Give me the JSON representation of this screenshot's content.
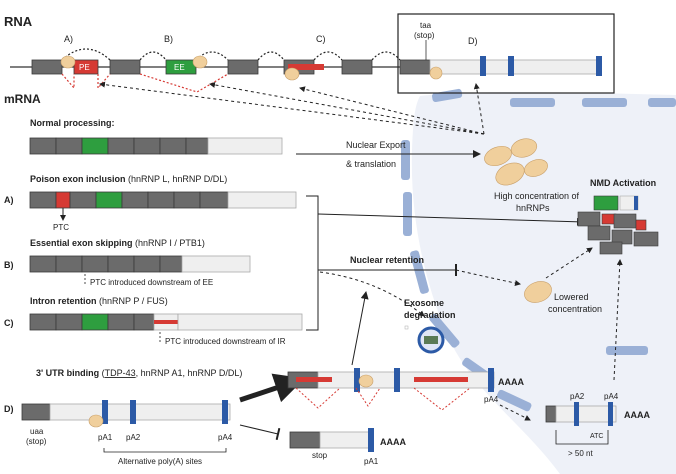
{
  "sections": {
    "rna": "RNA",
    "mrna": "mRNA"
  },
  "rna_labels": {
    "a": "A)",
    "b": "B)",
    "c": "C)",
    "d": "D)",
    "pe": "PE",
    "ee": "EE",
    "taa": "taa",
    "stop": "(stop)"
  },
  "normal": {
    "title": "Normal processing:",
    "export1": "Nuclear Export",
    "export2": "& translation"
  },
  "poison": {
    "title_bold": "Poison exon inclusion",
    "title_rest": " (hnRNP L, hnRNP D/DL)",
    "label": "A)",
    "ptc": "PTC"
  },
  "skip": {
    "title_bold": "Essential exon skipping",
    "title_rest": " (hnRNP I / PTB1)",
    "label": "B)",
    "ptc": "PTC introduced downstream of EE"
  },
  "intron": {
    "title_bold": "Intron retention",
    "title_rest": " (hnRNP P / FUS)",
    "label": "C)",
    "ptc": "PTC introduced downstream of IR"
  },
  "utr": {
    "title_bold": "3' UTR binding",
    "title_rest_pre": " (",
    "title_underlined": "TDP-43",
    "title_rest_post": ",  hnRNP A1, hnRNP D/DL)",
    "label": "D)",
    "uaa": "uaa",
    "stop": "(stop)",
    "pa1": "pA1",
    "pa2": "pA2",
    "pa4": "pA4",
    "alt": "Alternative poly(A) sites",
    "aaaa": "AAAA",
    "stop2": "stop",
    "atc": "ATC",
    "gt50": "> 50 nt"
  },
  "right": {
    "high1": "High concentration of",
    "high2": "hnRNPs",
    "nmd": "NMD Activation",
    "nuclear_retention": "Nuclear retention",
    "exo1": "Exosome",
    "exo2": "degradation",
    "low1": "Lowered",
    "low2": "concentration"
  },
  "colors": {
    "exon": "#6b6b6b",
    "exon_stroke": "#3a3a3a",
    "utr": "#efefef",
    "green": "#2e9e3f",
    "red": "#d63a34",
    "blue": "#2c5aa6",
    "membrane": "#9ab0d6",
    "nucleus": "#eef1f8",
    "protein": "#f0cf9c",
    "dash_red": "#d63a34"
  }
}
